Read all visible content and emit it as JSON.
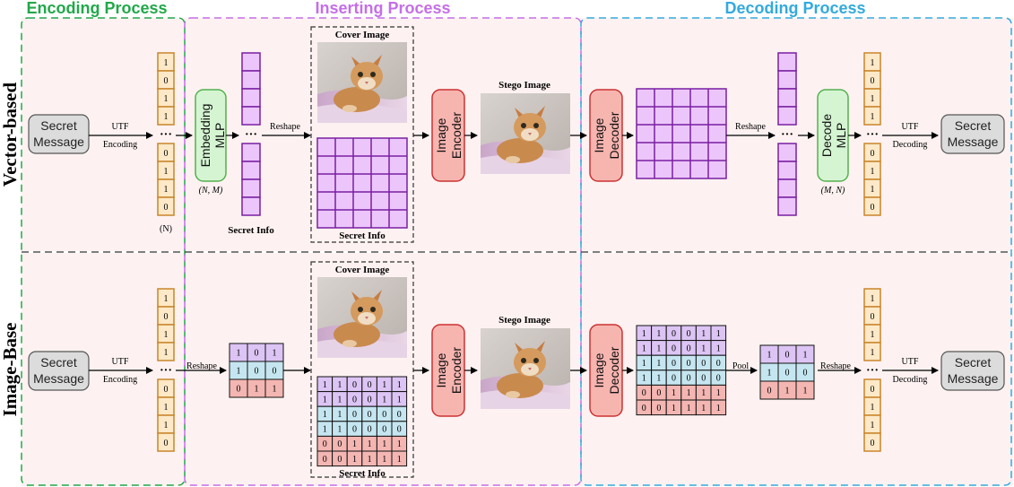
{
  "sections": {
    "encoding": {
      "title": "Encoding Process",
      "color": "#22a84a"
    },
    "inserting": {
      "title": "Inserting Process",
      "color": "#c56ee8"
    },
    "decoding": {
      "title": "Decoding Process",
      "color": "#33aadd"
    }
  },
  "rows": {
    "vector": "Vector-based",
    "image": "Image-Base"
  },
  "colors": {
    "row_bg": "#fdf2f1",
    "orange_fill": "#fde9c8",
    "orange_stroke": "#c9852a",
    "purple_fill": "#ecc6fb",
    "purple_stroke": "#7a1fa2",
    "green_fill": "#d5f5d2",
    "green_stroke": "#55b050",
    "red_fill": "#f7b5b0",
    "red_stroke": "#cc3333",
    "grey_fill": "#dcdcdc",
    "grey_stroke": "#555555",
    "cell_purple": "#dcc4f4",
    "cell_blue": "#c5e6f0",
    "cell_green": "#cdeccc",
    "cell_red": "#f4b6b2"
  },
  "labels": {
    "secret_message": [
      "Secret",
      "Message"
    ],
    "utf": "UTF",
    "encoding": "Encoding",
    "decoding": "Decoding",
    "embedding_mlp": [
      "Embedding",
      "MLP"
    ],
    "decode_mlp": [
      "Decode",
      "MLP"
    ],
    "image_encoder": [
      "Image",
      "Encoder"
    ],
    "image_decoder": [
      "Image",
      "Decoder"
    ],
    "reshape": "Reshape",
    "pool": "Pool",
    "cover_image": "Cover Image",
    "stego_image": "Stego Image",
    "secret_info": "Secret Info",
    "dots": "···",
    "n_label": "(N)",
    "nm_label": "(N, M)",
    "mn_label": "(M, N)"
  },
  "bits": {
    "top": [
      "1",
      "0",
      "1",
      "1"
    ],
    "bottom": [
      "0",
      "1",
      "1",
      "0"
    ]
  },
  "grid3": [
    [
      "1",
      "0",
      "1"
    ],
    [
      "1",
      "0",
      "0"
    ],
    [
      "0",
      "1",
      "1"
    ]
  ],
  "grid6": [
    [
      "1",
      "1",
      "0",
      "0",
      "1",
      "1"
    ],
    [
      "1",
      "1",
      "0",
      "0",
      "1",
      "1"
    ],
    [
      "1",
      "1",
      "0",
      "0",
      "0",
      "0"
    ],
    [
      "1",
      "1",
      "0",
      "0",
      "0",
      "0"
    ],
    [
      "0",
      "0",
      "1",
      "1",
      "1",
      "1"
    ],
    [
      "0",
      "0",
      "1",
      "1",
      "1",
      "1"
    ]
  ]
}
